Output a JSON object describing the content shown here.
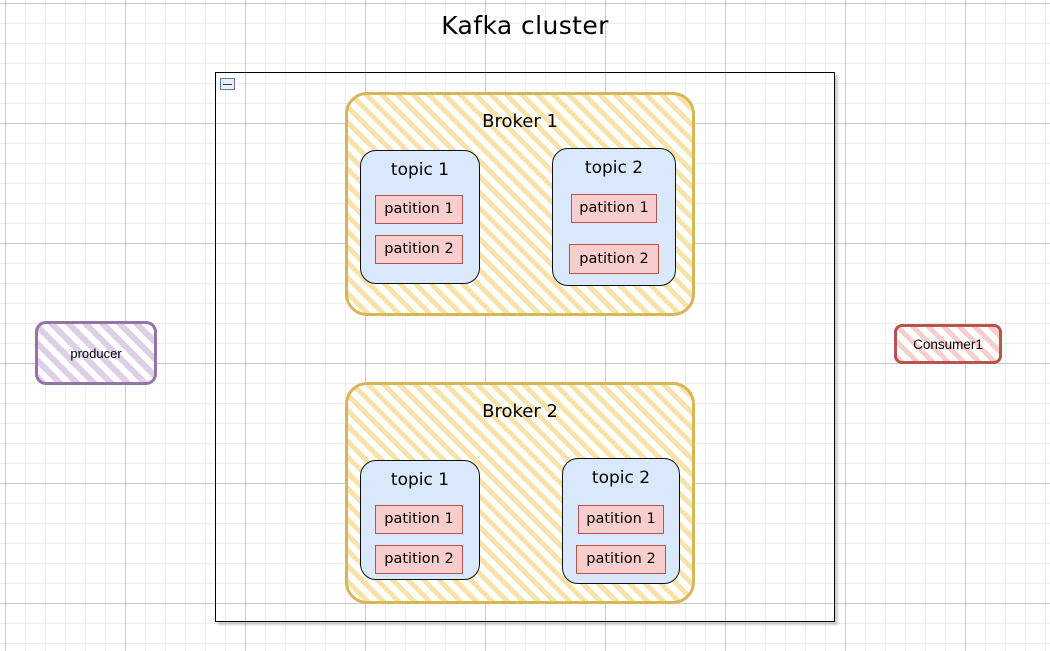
{
  "diagram": {
    "title": "Kafka cluster",
    "colors": {
      "broker_border": "#d6b656",
      "broker_fill_hatch": "#f7e3a8",
      "topic_fill": "#dae8fc",
      "topic_border": "#111111",
      "partition_fill": "#f8cecc",
      "partition_border": "#b85450",
      "producer_border": "#9673a6",
      "producer_fill_hatch": "#ddcfe6",
      "consumer_border": "#b85450",
      "consumer_fill_hatch": "#f6cfcd",
      "container_border": "#000000"
    }
  },
  "cluster": {
    "collapse_button": {
      "icon": "minus-icon",
      "state": "expanded"
    },
    "brokers": [
      {
        "label": "Broker 1",
        "topics": [
          {
            "label": "topic 1",
            "partitions": [
              {
                "label": "patition 1"
              },
              {
                "label": "patition 2"
              }
            ]
          },
          {
            "label": "topic 2",
            "partitions": [
              {
                "label": "patition 1"
              },
              {
                "label": "patition 2"
              }
            ]
          }
        ]
      },
      {
        "label": "Broker 2",
        "topics": [
          {
            "label": "topic 1",
            "partitions": [
              {
                "label": "patition 1"
              },
              {
                "label": "patition 2"
              }
            ]
          },
          {
            "label": "topic 2",
            "partitions": [
              {
                "label": "patition 1"
              },
              {
                "label": "patition 2"
              }
            ]
          }
        ]
      }
    ]
  },
  "producer": {
    "label": "producer"
  },
  "consumer": {
    "label": "Consumer1"
  }
}
